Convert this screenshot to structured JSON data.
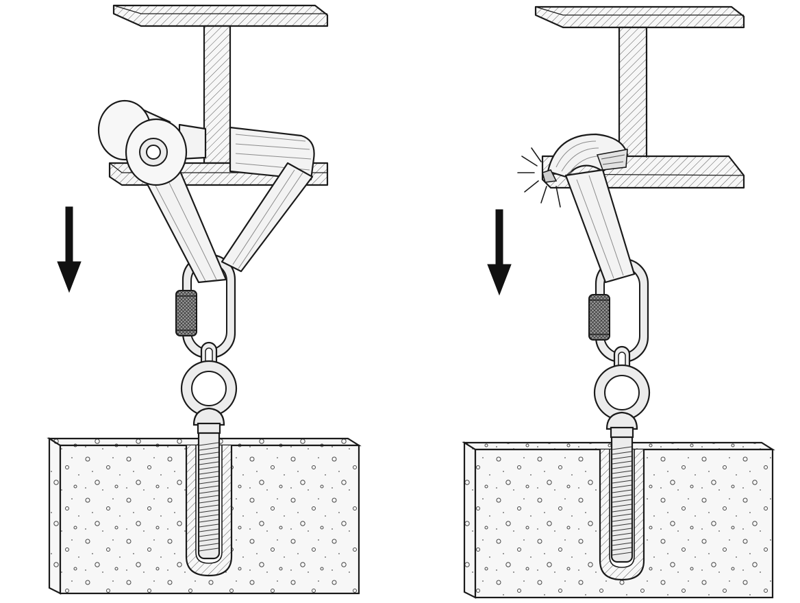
{
  "figure": {
    "panels": [
      {
        "id": "left",
        "state": "intact",
        "elements": [
          "i-beam",
          "roller",
          "webbing-sling",
          "screw-gate-carabiner",
          "swivel-eye-bolt",
          "concrete-block"
        ],
        "load_arrow": "down"
      },
      {
        "id": "right",
        "state": "failure",
        "elements": [
          "i-beam",
          "webbing-sling-frayed-on-edge",
          "screw-gate-carabiner",
          "swivel-eye-bolt",
          "concrete-block"
        ],
        "load_arrow": "down"
      }
    ],
    "colors": {
      "ink": "#1a1a1a",
      "strap_fill": "#f3f3f3",
      "metal_fill": "#ececec",
      "concrete_fill": "#f7f7f7"
    }
  }
}
